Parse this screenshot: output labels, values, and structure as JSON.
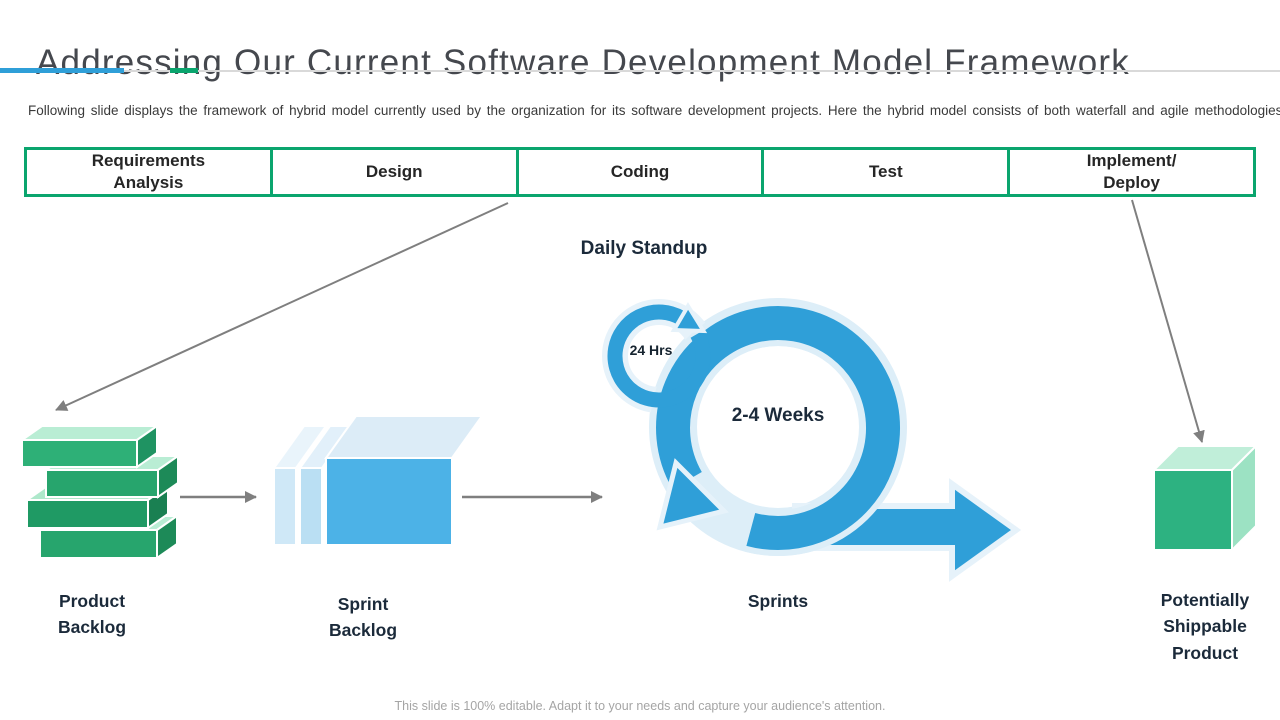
{
  "slide": {
    "title": "Addressing Our Current Software Development Model Framework",
    "subtitle": "Following slide displays the framework of hybrid model currently used by the organization for its software development projects. Here the hybrid model consists of both waterfall and agile methodologies.",
    "footer": "This slide is 100% editable. Adapt it to your needs and capture your audience's attention."
  },
  "phases": [
    {
      "label": "Requirements Analysis"
    },
    {
      "label": "Design"
    },
    {
      "label": "Coding"
    },
    {
      "label": "Test"
    },
    {
      "label": "Implement/ Deploy"
    }
  ],
  "process": {
    "daily_standup_label": "Daily Standup",
    "small_cycle_label": "24 Hrs",
    "large_cycle_label": "2-4 Weeks",
    "product_backlog_label": "Product Backlog",
    "sprint_backlog_label": "Sprint Backlog",
    "sprints_label": "Sprints",
    "output_label": "Potentially Shippable Product"
  },
  "colors": {
    "accent_green": "#0aa56e",
    "accent_blue": "#2f9fd8",
    "arrow_gray": "#7f7f7f",
    "shape_green_front": "#29ab73",
    "shape_green_top": "#b9edd4",
    "shape_blue_front": "#4cb2e7",
    "shape_blue_top": "#dcecf7"
  }
}
